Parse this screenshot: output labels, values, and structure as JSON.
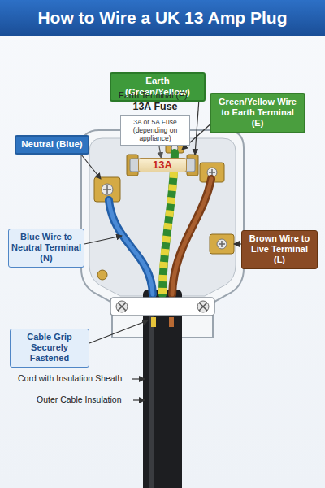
{
  "diagram": {
    "title": "How to Wire a UK 13 Amp Plug",
    "nodes": [
      {
        "text": [
          "Earth (Green/Yellow)"
        ]
      },
      {
        "text": [
          "13A Fuse",
          "3A or 5A Fuse (depending on appliance)"
        ]
      },
      {
        "text": [
          "Green/Yellow Wire to Earth Terminal (E)"
        ]
      },
      {
        "text": [
          "Neutral (Blue)"
        ]
      },
      {
        "text": [
          "13A"
        ]
      },
      {
        "text": [
          "Blue Wire to Neutral Terminal (N)"
        ]
      },
      {
        "text": [
          "Brown Wire to Live Terminal (L)"
        ]
      },
      {
        "text": [
          "Cable Grip Securely Fastened"
        ]
      }
    ],
    "edges": [
      {
        "from": 1,
        "to": 4,
        "arrow": "to"
      }
    ],
    "labels": [
      "Earth Terminal (E)",
      "Cord with Insulation Sheath",
      "Outer Cable Insulation"
    ]
  }
}
